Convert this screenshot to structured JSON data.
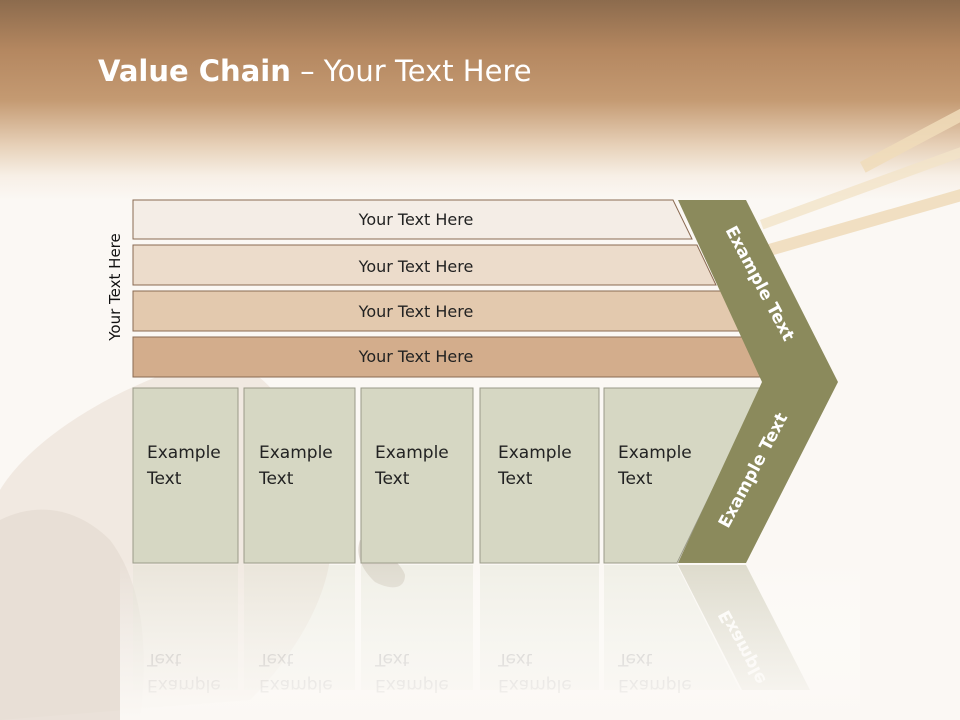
{
  "slide": {
    "title_bold": "Value Chain",
    "title_rest": " – Your Text Here",
    "side_label": "Your Text Here"
  },
  "support_bars": [
    {
      "label": "Your Text Here",
      "fill": "#f4ede6"
    },
    {
      "label": "Your Text Here",
      "fill": "#ecdccb"
    },
    {
      "label": "Your Text Here",
      "fill": "#e3c9ae"
    },
    {
      "label": "Your Text Here",
      "fill": "#d3ad8c"
    }
  ],
  "primary_boxes": [
    {
      "line1": "Example",
      "line2": "Text"
    },
    {
      "line1": "Example",
      "line2": "Text"
    },
    {
      "line1": "Example",
      "line2": "Text"
    },
    {
      "line1": "Example",
      "line2": "Text"
    },
    {
      "line1": "Example",
      "line2": "Text"
    }
  ],
  "margin_chevron": {
    "upper_label": "Example Text",
    "lower_label": "Example Text",
    "fill": "#8b8a5c"
  },
  "colors": {
    "box_fill": "#d6d7c3",
    "box_stroke": "#9a9a88",
    "bar_stroke": "#8a6a52"
  }
}
